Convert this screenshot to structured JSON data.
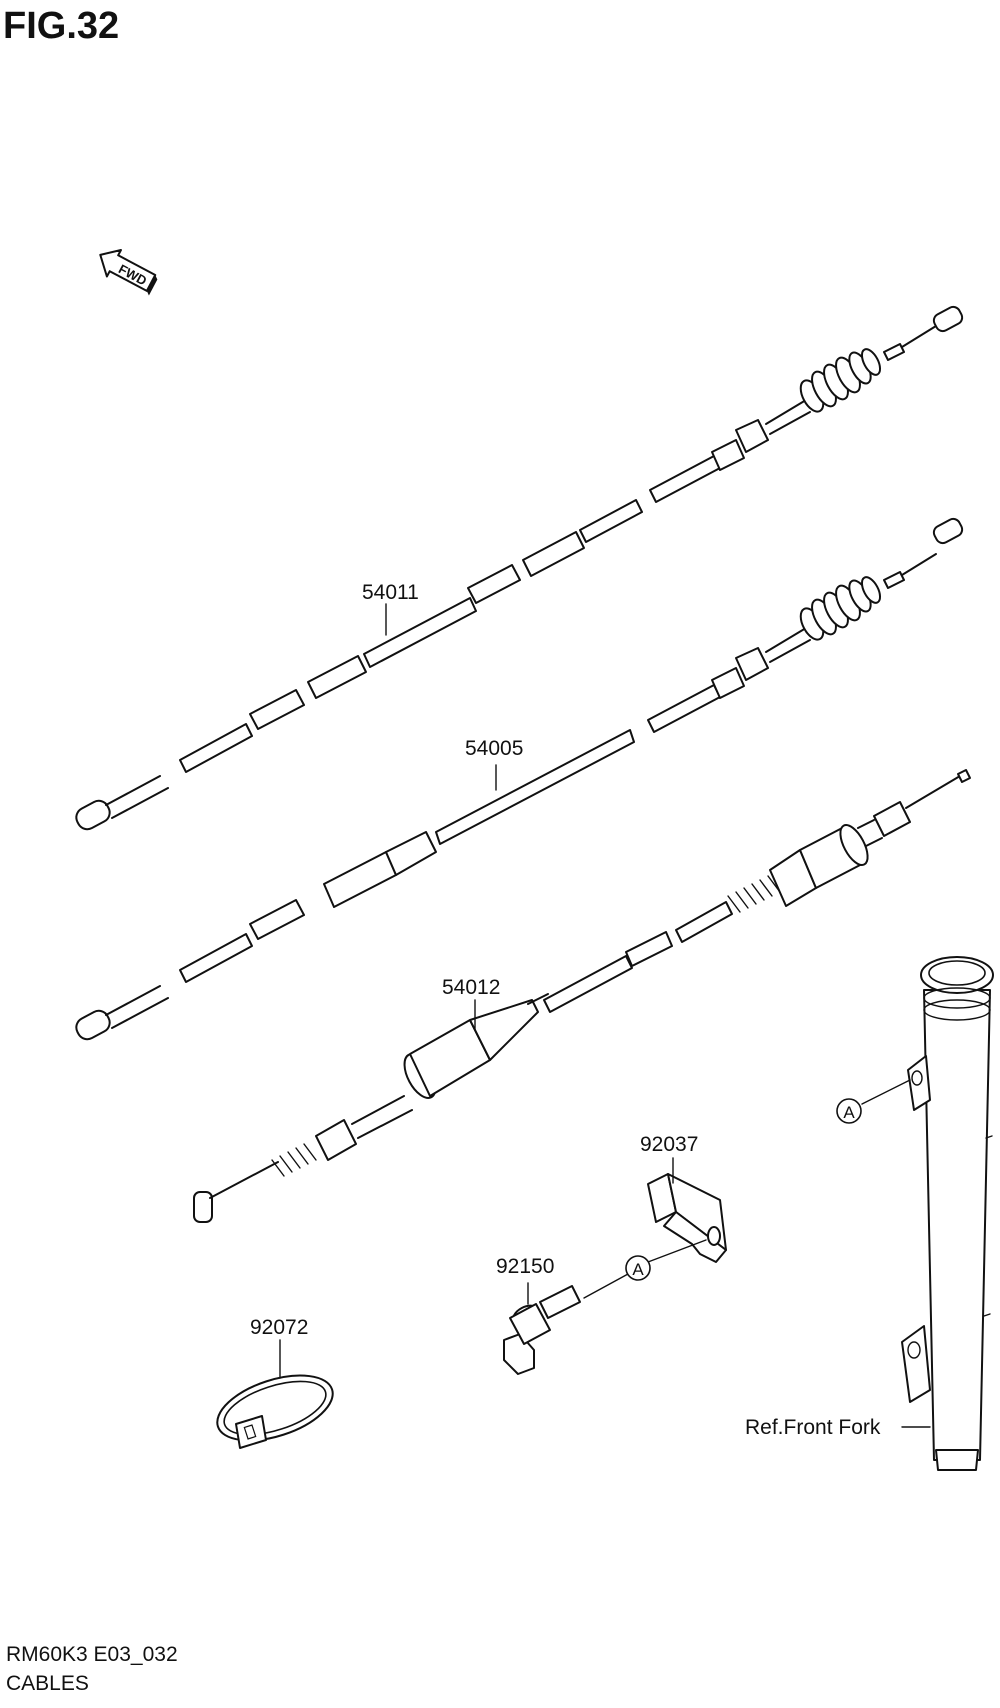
{
  "figure": {
    "title": "FIG.32",
    "model_code": "RM60K3 E03_032",
    "section_name": "CABLES"
  },
  "direction_marker": {
    "text": "FWD",
    "icon": "fwd-arrow-icon"
  },
  "callouts": {
    "part_54011": "54011",
    "part_54005": "54005",
    "part_54012": "54012",
    "part_92037": "92037",
    "part_92150": "92150",
    "part_92072": "92072",
    "ref_front_fork": "Ref.Front Fork",
    "marker_a_fork": "A",
    "marker_a_bolt": "A"
  }
}
